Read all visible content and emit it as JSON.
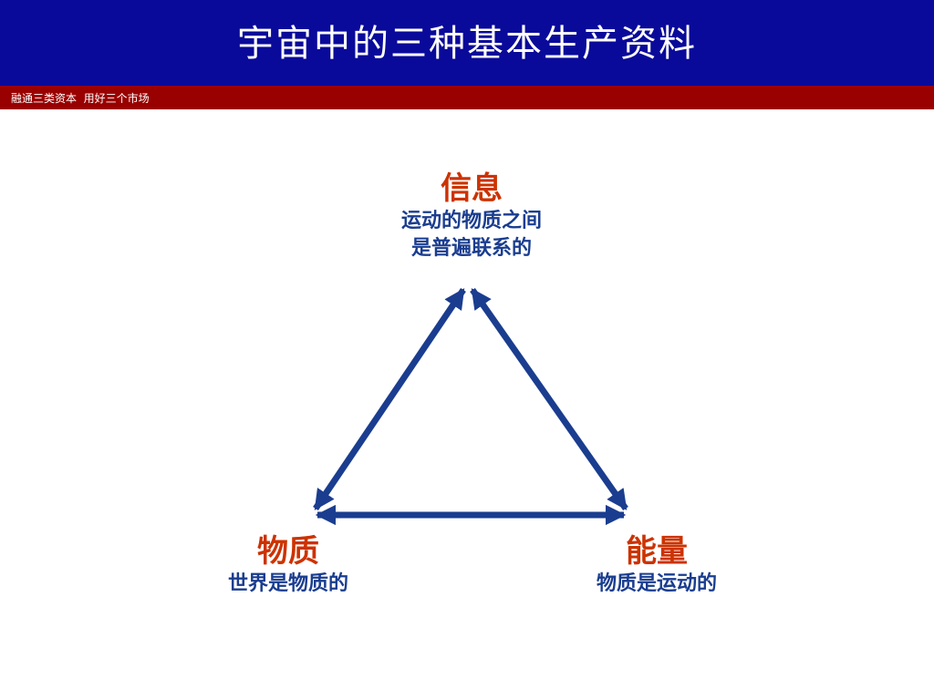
{
  "header": {
    "title": "宇宙中的三种基本生产资料",
    "subtitle": "融通三类资本  用好三个市场"
  },
  "diagram": {
    "nodes": {
      "top": {
        "name": "信息",
        "desc_lines": [
          "运动的物质之间",
          "是普遍联系的"
        ]
      },
      "left": {
        "name": "物质",
        "desc_lines": [
          "世界是物质的"
        ]
      },
      "right": {
        "name": "能量",
        "desc_lines": [
          "物质是运动的"
        ]
      }
    },
    "edges": [
      "top-left",
      "top-right",
      "left-right"
    ],
    "edge_style": "double-arrow"
  },
  "colors": {
    "title_bar": "#0a0a9a",
    "sub_bar": "#990000",
    "node_name": "#cc3300",
    "node_desc": "#1a3d8f",
    "arrow": "#1a3d8f"
  }
}
